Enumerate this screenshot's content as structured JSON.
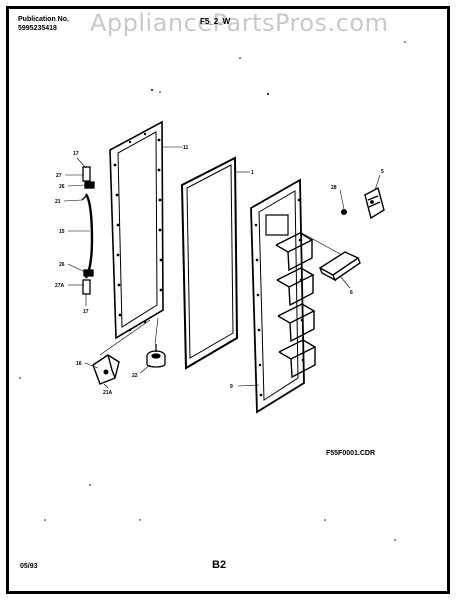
{
  "header": {
    "publication_label": "Publication No.",
    "publication_number": "5995235418",
    "model": "F5_2_W"
  },
  "watermark": "AppliancePartsPros.com",
  "footer": {
    "doc_ref": "F55F0001.CDR",
    "date": "05/93",
    "page": "B2"
  },
  "callouts": {
    "c11": "11",
    "c1": "1",
    "c17a": "17",
    "c27": "27",
    "c26a": "26",
    "c21": "21",
    "c15": "15",
    "c26b": "26",
    "c27a": "27A",
    "c17b": "17",
    "c16": "16",
    "c21a": "21A",
    "c22": "22",
    "c28": "28",
    "c5": "5",
    "c6": "6",
    "c9": "9"
  }
}
